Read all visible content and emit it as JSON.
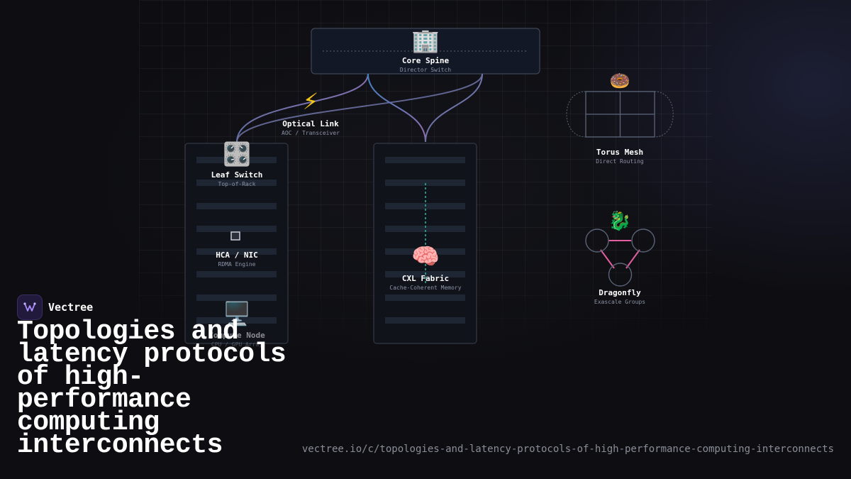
{
  "brand": {
    "name": "Vectree",
    "logo_icon": "vectree-logo-icon",
    "accent": "#8b5cf6"
  },
  "title": "Topologies and latency protocols of high-performance computing interconnects",
  "url": "vectree.io/c/topologies-and-latency-protocols-of-high-performance-computing-interconnects",
  "colors": {
    "link_blue": "#3b82c4",
    "link_purple": "#8b6fb0",
    "link_teal": "#2fb59b",
    "link_pink": "#e35fa0",
    "panel_border": "#3a4150",
    "slot": "#1f2633"
  },
  "diagram": {
    "core": {
      "icon": "🏢",
      "icon_name": "office-building-icon",
      "label": "Core Spine",
      "sub": "Director Switch"
    },
    "optical": {
      "icon": "⚡",
      "icon_name": "lightning-icon",
      "label": "Optical Link",
      "sub": "AOC / Transceiver"
    },
    "leaf": {
      "icon": "🎛️",
      "icon_name": "control-knobs-icon",
      "label": "Leaf Switch",
      "sub": "Top-of-Rack"
    },
    "hca": {
      "icon": "▫",
      "icon_name": "chip-icon",
      "label": "HCA / NIC",
      "sub": "RDMA Engine"
    },
    "compute": {
      "icon": "🖥️",
      "icon_name": "desktop-computer-icon",
      "label": "Compute Node",
      "sub": "CPU / GPU Array"
    },
    "cxl": {
      "icon": "🧠",
      "icon_name": "brain-icon",
      "label": "CXL Fabric",
      "sub": "Cache-Coherent Memory"
    },
    "torus": {
      "icon": "🍩",
      "icon_name": "donut-icon",
      "label": "Torus Mesh",
      "sub": "Direct Routing"
    },
    "dragonfly": {
      "icon": "🐉",
      "icon_name": "dragon-icon",
      "label": "Dragonfly",
      "sub": "Exascale Groups"
    }
  }
}
